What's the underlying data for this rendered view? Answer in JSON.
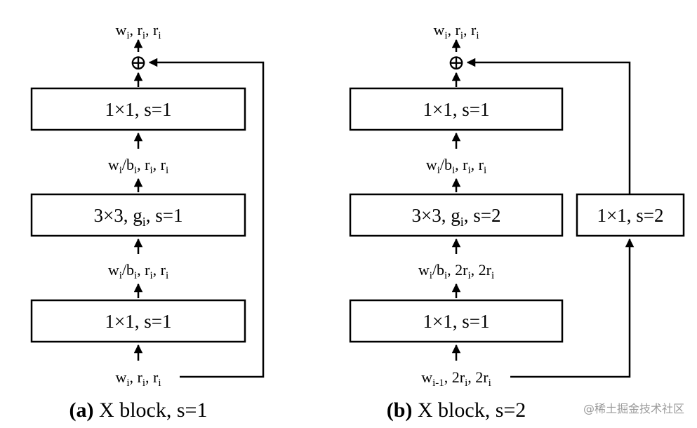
{
  "panel_a": {
    "caption_label": "(a)",
    "caption_text": "X block, s=1",
    "top_label": {
      "w": "w",
      "w_sub": "i",
      "r1": "r",
      "r1_sub": "i",
      "r2": "r",
      "r2_sub": "i"
    },
    "box1_label": "1×1, s=1",
    "mid_label_1": {
      "w": "w",
      "w_sub": "i",
      "b": "b",
      "b_sub": "i",
      "r1": "r",
      "r1_sub": "i",
      "r2": "r",
      "r2_sub": "i"
    },
    "box2_label": "3×3, g",
    "box2_sub": "i",
    "box2_tail": ", s=1",
    "mid_label_2": {
      "w": "w",
      "w_sub": "i",
      "b": "b",
      "b_sub": "i",
      "r1": "r",
      "r1_sub": "i",
      "r2": "r",
      "r2_sub": "i"
    },
    "box3_label": "1×1, s=1",
    "input_label": {
      "w": "w",
      "w_sub": "i",
      "r1": "r",
      "r1_sub": "i",
      "r2": "r",
      "r2_sub": "i"
    }
  },
  "panel_b": {
    "caption_label": "(b)",
    "caption_text": "X block, s=2",
    "top_label": {
      "w": "w",
      "w_sub": "i",
      "r1": "r",
      "r1_sub": "i",
      "r2": "r",
      "r2_sub": "i"
    },
    "box1_label": "1×1, s=1",
    "mid_label_1": {
      "w": "w",
      "w_sub": "i",
      "b": "b",
      "b_sub": "i",
      "r1": "r",
      "r1_sub": "i",
      "r2": "r",
      "r2_sub": "i"
    },
    "box2_label": "3×3, g",
    "box2_sub": "i",
    "box2_tail": ", s=2",
    "mid_label_2": {
      "w": "w",
      "w_sub": "i",
      "b": "b",
      "b_sub": "i",
      "r1": "2r",
      "r1_sub": "i",
      "r2": "2r",
      "r2_sub": "i"
    },
    "box3_label": "1×1, s=1",
    "input_label": {
      "w": "w",
      "w_sub": "i-1",
      "r1": "2r",
      "r1_sub": "i",
      "r2": "2r",
      "r2_sub": "i"
    },
    "shortcut_label": "1×1, s=2"
  },
  "sum_symbol": "⊕",
  "watermark": "@稀土掘金技术社区"
}
